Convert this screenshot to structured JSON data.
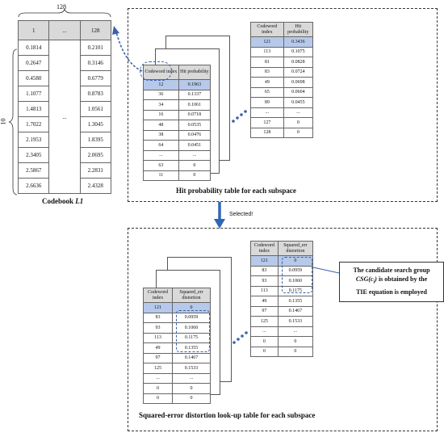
{
  "codebook": {
    "top_label": "128",
    "side_label": "10",
    "caption_prefix": "Codebook",
    "caption_var": "L1",
    "header": [
      "1",
      "...",
      "128"
    ],
    "col1": [
      "0.1814",
      "0.2647",
      "0.4580",
      "1.1077",
      "1.4813",
      "1.7022",
      "2.1953",
      "2.3405",
      "2.5867",
      "2.6636"
    ],
    "col_mid": "...",
    "col3": [
      "0.2101",
      "0.3146",
      "0.6779",
      "0.8783",
      "1.0561",
      "1.3045",
      "1.8395",
      "2.0695",
      "2.2831",
      "2.4328"
    ]
  },
  "hit_panel": {
    "caption": "Hit probability table for each subspace",
    "front": {
      "header": [
        "Codeword index",
        "Hit probability"
      ],
      "rows": [
        [
          "12",
          "0.1963"
        ],
        [
          "36",
          "0.1337"
        ],
        [
          "34",
          "0.1061"
        ],
        [
          "16",
          "0.0718"
        ],
        [
          "48",
          "0.0535"
        ],
        [
          "38",
          "0.0476"
        ],
        [
          "64",
          "0.0451"
        ],
        [
          "...",
          "..."
        ],
        [
          "63",
          "0"
        ],
        [
          "11",
          "0"
        ]
      ]
    },
    "back": {
      "header": [
        "Codeword index",
        "Hit probability"
      ],
      "rows": [
        [
          "121",
          "0.3436"
        ],
        [
          "113",
          "0.1075"
        ],
        [
          "81",
          "0.0828"
        ],
        [
          "83",
          "0.0724"
        ],
        [
          "49",
          "0.0698"
        ],
        [
          "65",
          "0.0604"
        ],
        [
          "89",
          "0.0455"
        ],
        [
          "...",
          "..."
        ],
        [
          "127",
          "0"
        ],
        [
          "128",
          "0"
        ]
      ]
    }
  },
  "arrow_label": "Selected!",
  "sq_panel": {
    "caption": "Squared-error distortion look-up table for each subspace",
    "front": {
      "header": [
        "Codeword index",
        "Squared_err distortion"
      ],
      "rows": [
        [
          "121",
          "0"
        ],
        [
          "83",
          "0.0959"
        ],
        [
          "93",
          "0.1060"
        ],
        [
          "113",
          "0.1175"
        ],
        [
          "49",
          "0.1355"
        ],
        [
          "97",
          "0.1467"
        ],
        [
          "125",
          "0.1533"
        ],
        [
          "...",
          "..."
        ],
        [
          "0",
          "0"
        ],
        [
          "0",
          "0"
        ]
      ]
    },
    "back": {
      "header": [
        "Codeword index",
        "Squared_err distortion"
      ],
      "rows": [
        [
          "121",
          "0"
        ],
        [
          "83",
          "0.0959"
        ],
        [
          "93",
          "0.1060"
        ],
        [
          "113",
          "0.1175"
        ],
        [
          "49",
          "0.1355"
        ],
        [
          "97",
          "0.1467"
        ],
        [
          "125",
          "0.1533"
        ],
        [
          "...",
          "..."
        ],
        [
          "0",
          "0"
        ],
        [
          "0",
          "0"
        ]
      ]
    }
  },
  "note": {
    "line1": "The candidate search group",
    "csg": "CSG(c",
    "csg_sub": "i",
    "csg_close": ")",
    "line2_rest": " is obtained by the",
    "line3": "TIE equation is employed"
  },
  "colors": {
    "highlight": "#b7c9ea",
    "header": "#d9d9d9",
    "accent": "#3a62ad"
  }
}
